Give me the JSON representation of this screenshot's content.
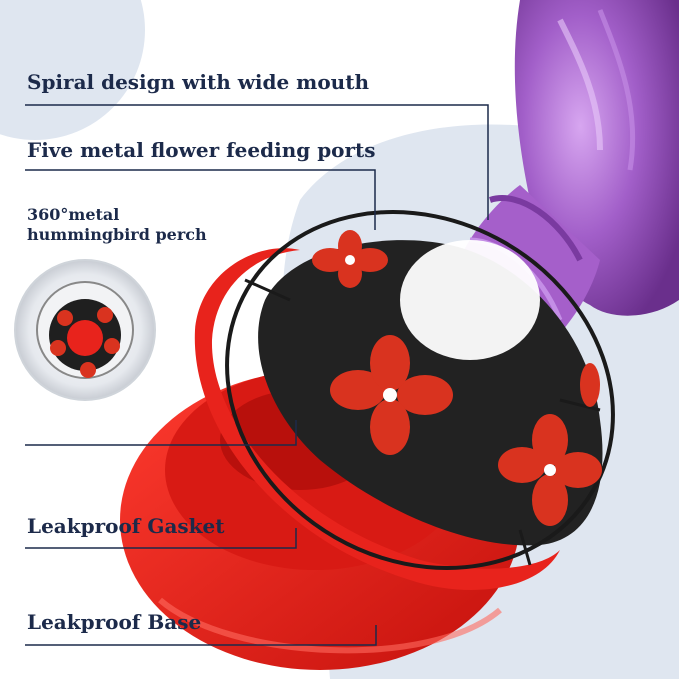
{
  "labels": {
    "spiral": "Spiral design with wide mouth",
    "ports": "Five metal flower feeding ports",
    "perch_line1": "360°metal",
    "perch_line2": "hummingbird perch",
    "gasket": "Leakproof Gasket",
    "base": "Leakproof Base"
  },
  "colors": {
    "text": "#1c2a4a",
    "background_blob": "#dfe6f0",
    "bottle_purple": "#a25fc9",
    "base_red": "#e8231c",
    "flower_red": "#d9331f",
    "tray_black": "#222222"
  },
  "icons": {
    "inset": "feeder-top-view-inset"
  }
}
